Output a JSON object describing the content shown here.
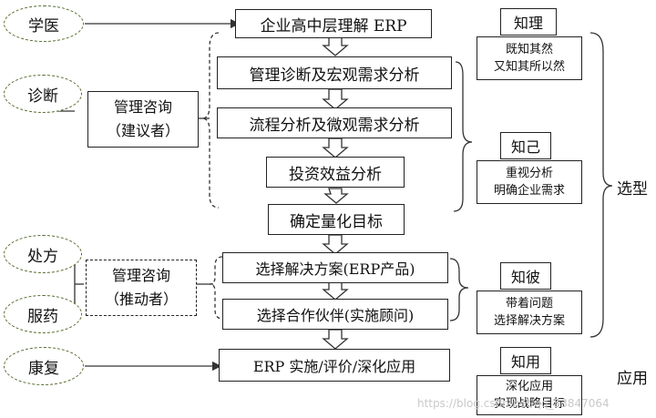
{
  "stages": {
    "xueyi": "学医",
    "zhenduan": "诊断",
    "chufang": "处方",
    "fuyao": "服药",
    "kangfu": "康复"
  },
  "steps": [
    "企业高中层理解 ERP",
    "管理诊断及宏观需求分析",
    "流程分析及微观需求分析",
    "投资效益分析",
    "确定量化目标",
    "选择解决方案(ERP产品)",
    "选择合作伙伴(实施顾问)",
    "ERP 实施/评价/深化应用"
  ],
  "consult_advisor": {
    "line1": "管理咨询",
    "line2": "（建议者）"
  },
  "consult_promoter": {
    "line1": "管理咨询",
    "line2": "（推动者）"
  },
  "knowledge": [
    {
      "title": "知理",
      "lines": [
        "既知其然",
        "又知其所以然"
      ]
    },
    {
      "title": "知己",
      "lines": [
        "重视分析",
        "明确企业需求"
      ]
    },
    {
      "title": "知彼",
      "lines": [
        "带着问题",
        "选择解决方案"
      ]
    },
    {
      "title": "知用",
      "lines": [
        "深化应用",
        "实现战略目标"
      ]
    }
  ],
  "right_labels": {
    "xuanxing": "选型",
    "yingyong": "应用"
  },
  "watermark": "https://blog.csdn.net/qq_53847064"
}
